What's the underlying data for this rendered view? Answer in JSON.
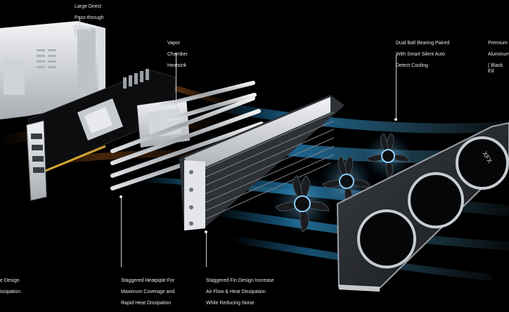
{
  "callouts": {
    "venting": {
      "lines": [
        "Large Direct",
        "Pass-through",
        "Venting"
      ]
    },
    "vapor": {
      "lines": [
        "Vapor",
        "Chamber",
        "Heatsink"
      ]
    },
    "fans": {
      "lines": [
        "Dual Ball Bearing Paired",
        "With Smart Silent Auto",
        "Detect Cooling"
      ]
    },
    "shroud": {
      "lines": [
        "Premium",
        "Aluminum",
        "( Black Ed"
      ]
    },
    "left_design": {
      "lines": [
        "e Design",
        "issipation"
      ]
    },
    "heatpipe": {
      "lines": [
        "Staggered Heatpiple For",
        "Maximum Coverage and",
        "Rapid Heat Dissipation"
      ]
    },
    "fin": {
      "lines": [
        "Staggered Fin Design Increase",
        "Air Flow & Heat Dissipation",
        "While Reducing Noise"
      ]
    }
  },
  "logo_text": "XFX",
  "colors": {
    "background": "#000000",
    "airflow_blue": "#2fb4ff",
    "airflow_orange": "#e07a2a",
    "metal": "#c9ccd0",
    "dark_metal": "#2a2c30"
  }
}
